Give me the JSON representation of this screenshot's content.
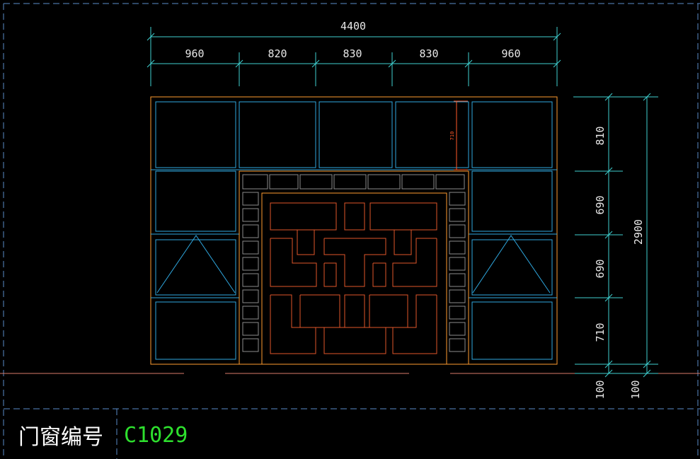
{
  "dimensions": {
    "overall_width": "4400",
    "column_widths": [
      "960",
      "820",
      "830",
      "830",
      "960"
    ],
    "row_heights": [
      "810",
      "690",
      "690",
      "710"
    ],
    "overall_height": "2900",
    "bottom_offsets": [
      "100",
      "100"
    ],
    "inner_small": "710"
  },
  "title_block": {
    "label": "门窗编号",
    "code": "C1029"
  },
  "colors": {
    "background": "#000000",
    "frame": "#ff9b2f",
    "glass": "#2fa8e0",
    "lattice": "#e0562a",
    "brick": "#8c8c8c",
    "dimension": "#3fd0d0",
    "ground": "#d77a6a",
    "border": "#5a8cc8",
    "code": "#2ee02e"
  }
}
